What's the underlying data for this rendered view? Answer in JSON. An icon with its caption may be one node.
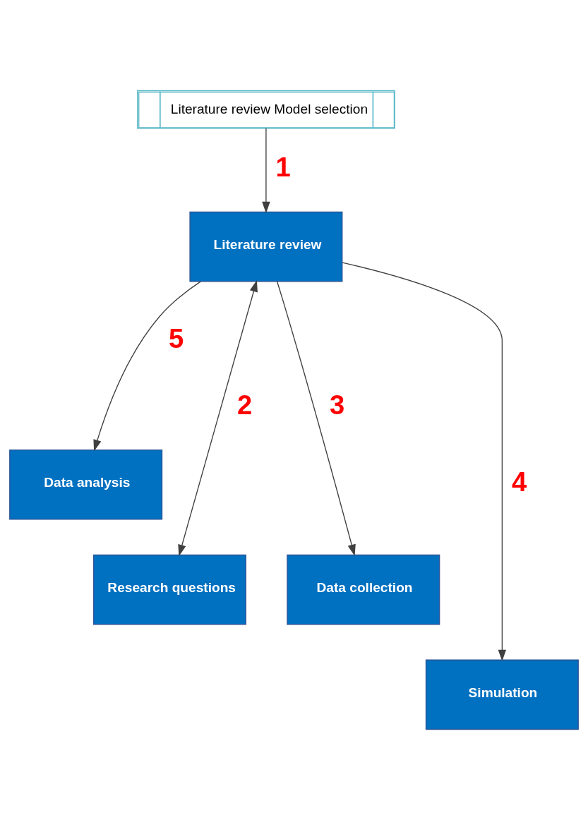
{
  "diagram": {
    "nodes": [
      {
        "text": [
          "Literature review Model selection"
        ]
      },
      {
        "text": [
          "Literature review"
        ]
      },
      {
        "text": [
          "Data analysis"
        ]
      },
      {
        "text": [
          "Research questions"
        ]
      },
      {
        "text": [
          "Data collection"
        ]
      },
      {
        "text": [
          "Simulation"
        ]
      }
    ],
    "edges": [
      {
        "from": 0,
        "to": 1,
        "arrow": "to",
        "label": "1"
      },
      {
        "from": 1,
        "to": 3,
        "arrow": "both",
        "label": "2"
      },
      {
        "from": 1,
        "to": 4,
        "arrow": "to",
        "label": "3"
      },
      {
        "from": 1,
        "to": 5,
        "arrow": "to",
        "label": "4"
      },
      {
        "from": 1,
        "to": 2,
        "arrow": "to",
        "label": "5"
      }
    ]
  }
}
